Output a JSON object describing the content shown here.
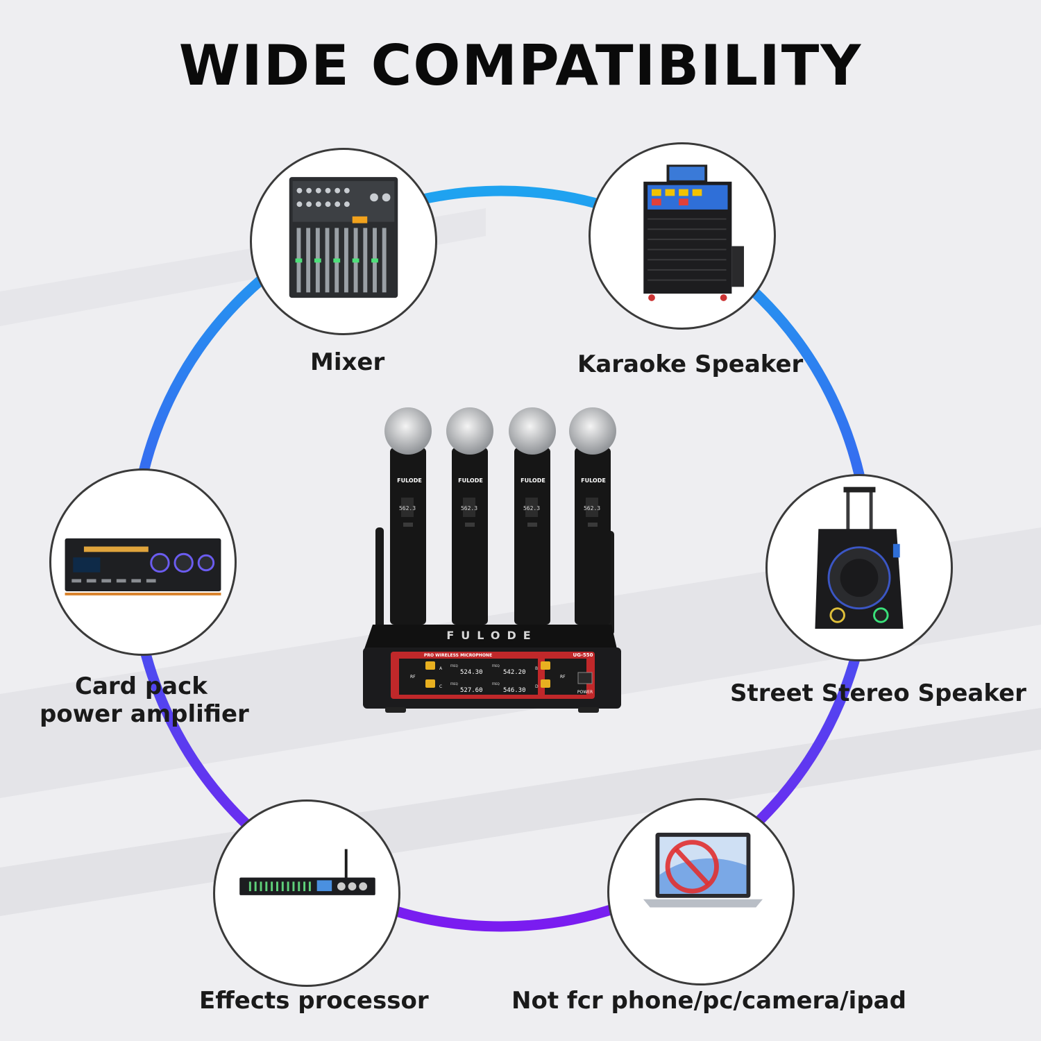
{
  "title": "WIDE COMPATIBILITY",
  "devices": [
    {
      "id": "mixer",
      "label": "Mixer",
      "icon": "mixer-icon"
    },
    {
      "id": "karaoke",
      "label": "Karaoke Speaker",
      "icon": "karaoke-speaker-icon"
    },
    {
      "id": "amplifier",
      "label_line1": "Card pack",
      "label_line2": "power amplifier",
      "icon": "amplifier-icon"
    },
    {
      "id": "street",
      "label": "Street Stereo Speaker",
      "icon": "trolley-speaker-icon"
    },
    {
      "id": "effects",
      "label": "Effects processor",
      "icon": "effects-processor-icon"
    },
    {
      "id": "laptop",
      "label": "Not fcr phone/pc/camera/ipad",
      "icon": "laptop-prohibited-icon"
    }
  ],
  "product": {
    "mic_brand": "FULODE",
    "receiver_brand": "FULODE",
    "panel_title": "PRO WIRELESS MICROPHONE",
    "model": "UG-550",
    "power_label": "POWER",
    "rf_label": "RF",
    "freq_label": "FREQ",
    "mic_display": "562.3",
    "channels": [
      {
        "ch": "A",
        "freq": "524.30"
      },
      {
        "ch": "B",
        "freq": "542.20"
      },
      {
        "ch": "C",
        "freq": "527.60"
      },
      {
        "ch": "D",
        "freq": "546.30"
      }
    ]
  },
  "colors": {
    "ring_top": "#1fa3f0",
    "ring_bottom": "#7a1cf0",
    "receiver_red": "#c0282a"
  }
}
